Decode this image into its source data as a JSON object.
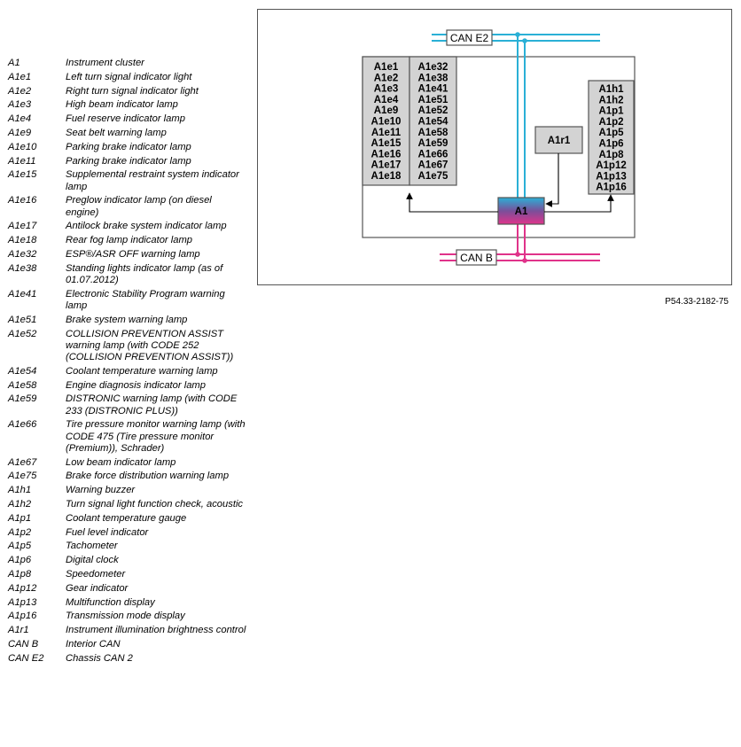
{
  "legend": [
    {
      "code": "A1",
      "desc": "Instrument cluster"
    },
    {
      "code": "A1e1",
      "desc": "Left turn signal indicator light"
    },
    {
      "code": "A1e2",
      "desc": "Right turn signal indicator light"
    },
    {
      "code": "A1e3",
      "desc": "High beam indicator lamp"
    },
    {
      "code": "A1e4",
      "desc": "Fuel reserve indicator lamp"
    },
    {
      "code": "A1e9",
      "desc": "Seat belt warning lamp"
    },
    {
      "code": "A1e10",
      "desc": "Parking brake indicator lamp"
    },
    {
      "code": "A1e11",
      "desc": "Parking brake indicator lamp"
    },
    {
      "code": "A1e15",
      "desc": "Supplemental restraint system indicator lamp"
    },
    {
      "code": "A1e16",
      "desc": "Preglow indicator lamp (on diesel engine)"
    },
    {
      "code": "A1e17",
      "desc": "Antilock brake system indicator lamp"
    },
    {
      "code": "A1e18",
      "desc": "Rear fog lamp indicator lamp"
    },
    {
      "code": "A1e32",
      "desc": "ESP®/ASR OFF warning lamp"
    },
    {
      "code": "A1e38",
      "desc": "Standing lights indicator lamp (as of 01.07.2012)"
    },
    {
      "code": "A1e41",
      "desc": "Electronic Stability Program warning lamp"
    },
    {
      "code": "A1e51",
      "desc": "Brake system warning lamp"
    },
    {
      "code": "A1e52",
      "desc": "COLLISION PREVENTION ASSIST warning lamp (with CODE 252 (COLLISION PREVENTION ASSIST))"
    },
    {
      "code": "A1e54",
      "desc": "Coolant temperature warning lamp"
    },
    {
      "code": "A1e58",
      "desc": "Engine diagnosis indicator lamp"
    },
    {
      "code": "A1e59",
      "desc": "DISTRONIC warning lamp (with CODE 233 (DISTRONIC PLUS))"
    },
    {
      "code": "A1e66",
      "desc": "Tire pressure monitor warning lamp (with CODE 475 (Tire pressure monitor (Premium)), Schrader)"
    },
    {
      "code": "A1e67",
      "desc": "Low beam indicator lamp"
    },
    {
      "code": "A1e75",
      "desc": "Brake force distribution warning lamp"
    },
    {
      "code": "A1h1",
      "desc": "Warning buzzer"
    },
    {
      "code": "A1h2",
      "desc": "Turn signal light function check, acoustic"
    },
    {
      "code": "A1p1",
      "desc": "Coolant temperature gauge"
    },
    {
      "code": "A1p2",
      "desc": "Fuel level indicator"
    },
    {
      "code": "A1p5",
      "desc": "Tachometer"
    },
    {
      "code": "A1p6",
      "desc": "Digital clock"
    },
    {
      "code": "A1p8",
      "desc": "Speedometer"
    },
    {
      "code": "A1p12",
      "desc": "Gear indicator"
    },
    {
      "code": "A1p13",
      "desc": "Multifunction display"
    },
    {
      "code": "A1p16",
      "desc": "Transmission mode display"
    },
    {
      "code": "A1r1",
      "desc": "Instrument illumination brightness control"
    },
    {
      "code": "CAN B",
      "desc": "Interior CAN"
    },
    {
      "code": "CAN E2",
      "desc": "Chassis CAN 2"
    }
  ],
  "diagram": {
    "can_e2_label": "CAN E2",
    "can_b_label": "CAN B",
    "a1_label": "A1",
    "a1r1_label": "A1r1",
    "lamp_column_left": [
      "A1e1",
      "A1e2",
      "A1e3",
      "A1e4",
      "A1e9",
      "A1e10",
      "A1e11",
      "A1e15",
      "A1e16",
      "A1e17",
      "A1e18"
    ],
    "lamp_column_right": [
      "A1e32",
      "A1e38",
      "A1e41",
      "A1e51",
      "A1e52",
      "A1e54",
      "A1e58",
      "A1e59",
      "A1e66",
      "A1e67",
      "A1e75"
    ],
    "display_column": [
      "A1h1",
      "A1h2",
      "A1p1",
      "A1p2",
      "A1p5",
      "A1p6",
      "A1p8",
      "A1p12",
      "A1p13",
      "A1p16"
    ],
    "colors": {
      "can_e2": "#2ab0d6",
      "can_b": "#e0338a",
      "box_fill": "#d3d3d3",
      "a1_gradient_top": "#2ab0d6",
      "a1_gradient_mid": "#7a4f9a",
      "a1_gradient_bottom": "#e0338a"
    }
  },
  "figure_ref": "P54.33-2182-75"
}
